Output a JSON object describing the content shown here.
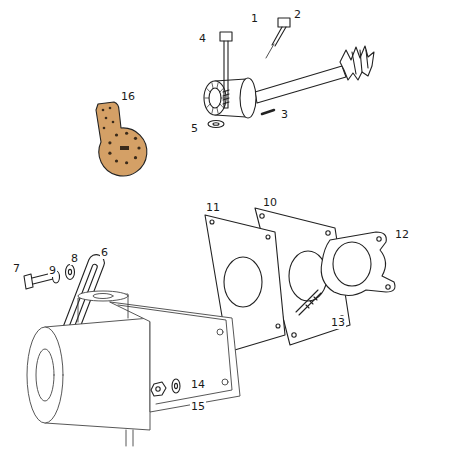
{
  "diagram": {
    "labels": [
      "1",
      "2",
      "3",
      "4",
      "5",
      "6",
      "7",
      "8",
      "9",
      "10",
      "11",
      "12",
      "13",
      "14",
      "15",
      "16"
    ]
  }
}
